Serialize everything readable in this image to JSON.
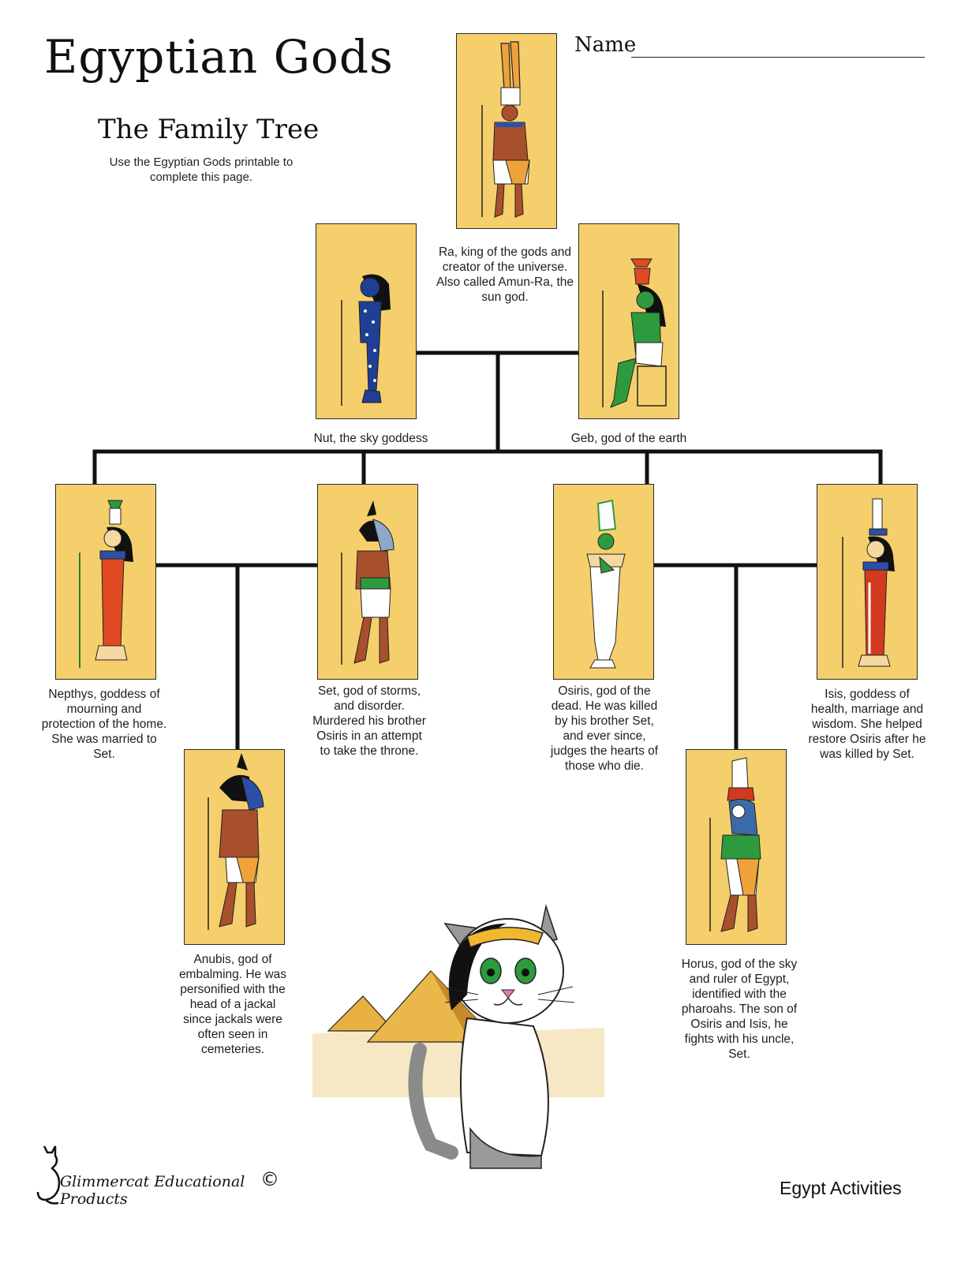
{
  "header": {
    "title": "Egyptian Gods",
    "subtitle": "The Family Tree",
    "instructions": "Use the Egyptian Gods printable to complete this page.",
    "name_label": "Name"
  },
  "gods": {
    "ra": {
      "caption": "Ra, king of the gods and creator of the universe. Also called Amun-Ra, the sun god."
    },
    "nut": {
      "caption": "Nut, the sky goddess"
    },
    "geb": {
      "caption": "Geb, god of the earth"
    },
    "nepthys": {
      "caption": "Nepthys, goddess of mourning and protection of the home. She was married to Set."
    },
    "set": {
      "caption": "Set, god of storms, and disorder. Murdered his brother Osiris in an attempt to take the throne."
    },
    "osiris": {
      "caption": "Osiris, god of the dead. He was killed by his brother Set, and ever since, judges the hearts of those who die."
    },
    "isis": {
      "caption": "Isis, goddess of health, marriage and wisdom. She helped restore Osiris after he was killed by Set."
    },
    "anubis": {
      "caption": "Anubis, god of embalming. He was personified with the head of a jackal since jackals were often seen in cemeteries."
    },
    "horus": {
      "caption": "Horus, god of the sky and ruler of Egypt, identified with the pharoahs. The son of Osiris and Isis, he fights with his uncle, Set."
    }
  },
  "footer": {
    "brand": "Glimmercat Educational Products",
    "copyright": "©",
    "section": "Egypt Activities"
  },
  "colors": {
    "card_background": "#f5cf6c",
    "line": "#111111",
    "skin": "#a8502c",
    "nut_body": "#1f3e94",
    "geb_body": "#2e9a3e",
    "osiris_body": "#ffffff",
    "nepthys_dress": "#e04a22",
    "isis_dress": "#d23a1f"
  }
}
